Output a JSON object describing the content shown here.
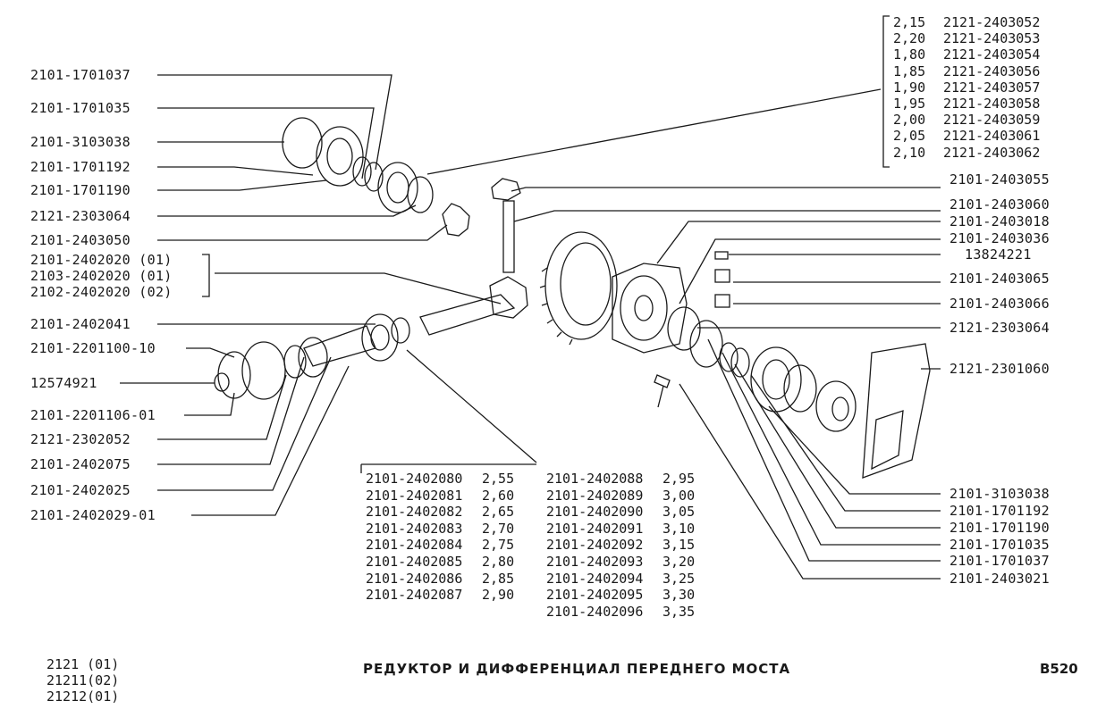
{
  "title": "РЕДУКТОР И ДИФФЕРЕНЦИАЛ ПЕРЕДНЕГО МОСТА",
  "page_code": "B520",
  "models": [
    "2121 (01)",
    "21211(02)",
    "21212(01)"
  ],
  "left_labels": [
    "2101-1701037",
    "2101-1701035",
    "2101-3103038",
    "2101-1701192",
    "2101-1701190",
    "2121-2303064",
    "2101-2403050",
    "2101-2402020 (01)",
    "2103-2402020 (01)",
    "2102-2402020 (02)",
    "2101-2402041",
    "2101-2201100-10",
    "12574921",
    "2101-2201106-01",
    "2121-2302052",
    "2101-2402075",
    "2101-2402025",
    "2101-2402029-01"
  ],
  "right_labels": [
    "2101-2403055",
    "2101-2403060",
    "2101-2403018",
    "2101-2403036",
    "13824221",
    "2101-2403065",
    "2101-2403066",
    "2121-2303064",
    "2121-2301060",
    "2101-3103038",
    "2101-1701192",
    "2101-1701190",
    "2101-1701035",
    "2101-1701037",
    "2101-2403021"
  ],
  "shim_table_top": [
    {
      "t": "2,15",
      "part": "2121-2403052"
    },
    {
      "t": "2,20",
      "part": "2121-2403053"
    },
    {
      "t": "1,80",
      "part": "2121-2403054"
    },
    {
      "t": "1,85",
      "part": "2121-2403056"
    },
    {
      "t": "1,90",
      "part": "2121-2403057"
    },
    {
      "t": "1,95",
      "part": "2121-2403058"
    },
    {
      "t": "2,00",
      "part": "2121-2403059"
    },
    {
      "t": "2,05",
      "part": "2121-2403061"
    },
    {
      "t": "2,10",
      "part": "2121-2403062"
    }
  ],
  "shim_table_bottom_left": [
    {
      "part": "2101-2402080",
      "t": "2,55"
    },
    {
      "part": "2101-2402081",
      "t": "2,60"
    },
    {
      "part": "2101-2402082",
      "t": "2,65"
    },
    {
      "part": "2101-2402083",
      "t": "2,70"
    },
    {
      "part": "2101-2402084",
      "t": "2,75"
    },
    {
      "part": "2101-2402085",
      "t": "2,80"
    },
    {
      "part": "2101-2402086",
      "t": "2,85"
    },
    {
      "part": "2101-2402087",
      "t": "2,90"
    }
  ],
  "shim_table_bottom_right": [
    {
      "part": "2101-2402088",
      "t": "2,95"
    },
    {
      "part": "2101-2402089",
      "t": "3,00"
    },
    {
      "part": "2101-2402090",
      "t": "3,05"
    },
    {
      "part": "2101-2402091",
      "t": "3,10"
    },
    {
      "part": "2101-2402092",
      "t": "3,15"
    },
    {
      "part": "2101-2402093",
      "t": "3,20"
    },
    {
      "part": "2101-2402094",
      "t": "3,25"
    },
    {
      "part": "2101-2402095",
      "t": "3,30"
    },
    {
      "part": "2101-2402096",
      "t": "3,35"
    }
  ]
}
